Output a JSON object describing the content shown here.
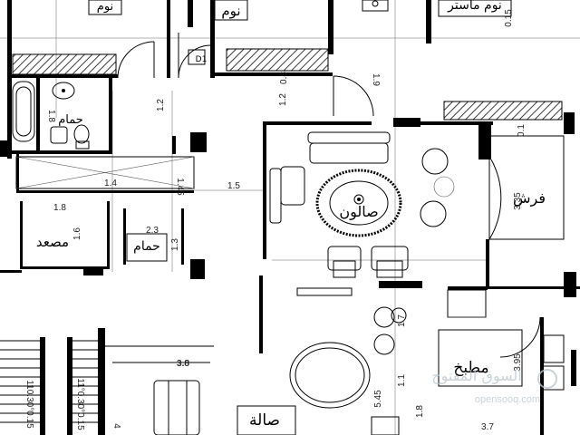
{
  "rooms": {
    "bedroom_1": "نوم",
    "bedroom_2": "نوم",
    "master_bedroom": "نوم ماستر",
    "bathroom_1": "حمام",
    "bathroom_2": "حمام",
    "elevator": "مصعد",
    "salon": "صالون",
    "furnished": "فرش",
    "kitchen": "مطبخ",
    "hall": "صالة"
  },
  "dimensions": {
    "d_1_8_a": "1.8",
    "d_1_2_a": "1.2",
    "d_1_2_b": "1.2",
    "d_0_8": "0.8",
    "d_1_9": "1.9",
    "d_1_4": "1.4",
    "d_1_45": "1.45",
    "d_1_5": "1.5",
    "d_1_8_b": "1.8",
    "d_1_6": "1.6",
    "d_2_3": "2.3",
    "d_1_3": "1.3",
    "d_0_1": "0.1",
    "d_3_35": "3.35",
    "d_1_7": "1.7",
    "d_1_1": "1.1",
    "d_3_8": "3.8",
    "d_5_45": "5.45",
    "d_3_95": "3.95",
    "d_3_7": "3.7",
    "d_4": "4",
    "d_1_8_c": "1.8",
    "stair_left": "110.30°0.15",
    "stair_right": "11°0.30°0.15",
    "d_0_15": "0.15"
  },
  "door_tag": "D1",
  "watermark": {
    "arabic": "السوق المفتوح",
    "latin": "opensooq.com"
  },
  "colors": {
    "wall": "#000000",
    "hatch": "#3a3a3a",
    "line": "#000000",
    "watermark": "#b9c4cc"
  }
}
